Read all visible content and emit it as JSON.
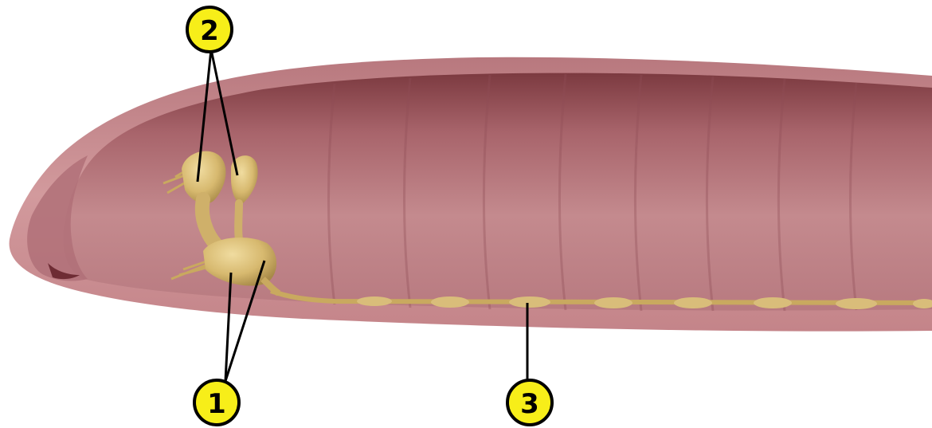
{
  "callouts": [
    {
      "id": "1",
      "label": "1"
    },
    {
      "id": "2",
      "label": "2"
    },
    {
      "id": "3",
      "label": "3"
    }
  ],
  "colors": {
    "body_outer": "#c98a8e",
    "body_inner": "#a8606a",
    "nerve": "#d4b876",
    "callout_fill": "#f7ee19",
    "callout_stroke": "#000000"
  }
}
